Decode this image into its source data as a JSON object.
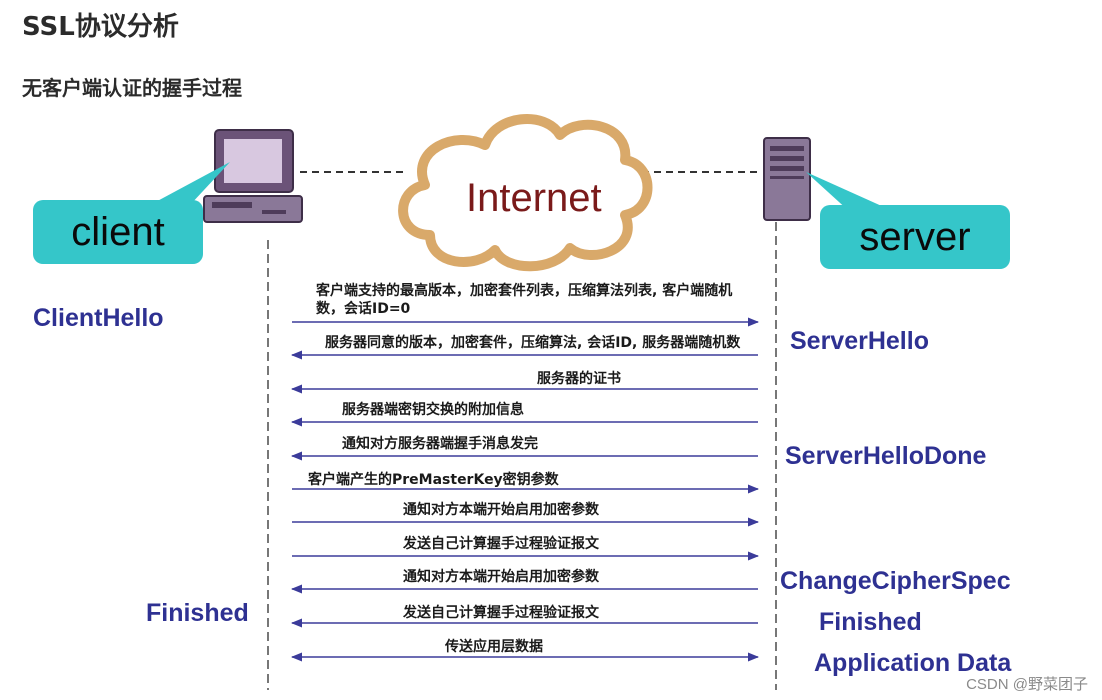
{
  "heading": "SSL协议分析",
  "subheading": "无客户端认证的握手过程",
  "cloud_label": "Internet",
  "client_label": "client",
  "server_label": "server",
  "left_labels": {
    "client_hello": "ClientHello",
    "finished": "Finished"
  },
  "right_labels": {
    "server_hello": "ServerHello",
    "server_hello_done": "ServerHelloDone",
    "change_cipher_spec": "ChangeCipherSpec",
    "finished": "Finished",
    "application_data": "Application Data"
  },
  "messages": [
    {
      "text": "客户端支持的最高版本，加密套件列表，压缩算法列表, 客户端随机数，会话ID=0",
      "direction": "right"
    },
    {
      "text": "服务器同意的版本，加密套件，压缩算法, 会话ID, 服务器端随机数",
      "direction": "left"
    },
    {
      "text": "服务器的证书",
      "direction": "left"
    },
    {
      "text": "服务器端密钥交换的附加信息",
      "direction": "left"
    },
    {
      "text": "通知对方服务器端握手消息发完",
      "direction": "left"
    },
    {
      "text": "客户端产生的PreMasterKey密钥参数",
      "direction": "right"
    },
    {
      "text": "通知对方本端开始启用加密参数",
      "direction": "right"
    },
    {
      "text": "发送自己计算握手过程验证报文",
      "direction": "right"
    },
    {
      "text": "通知对方本端开始启用加密参数",
      "direction": "left"
    },
    {
      "text": "发送自己计算握手过程验证报文",
      "direction": "left"
    },
    {
      "text": "传送应用层数据",
      "direction": "both"
    }
  ],
  "watermark": "CSDN @野菜团子",
  "colors": {
    "label": "#2e3192",
    "arrow": "#3b3b9a",
    "callout": "#35c6c9",
    "cloud": "#d9a96a",
    "cloud_text": "#7a1a1a"
  }
}
